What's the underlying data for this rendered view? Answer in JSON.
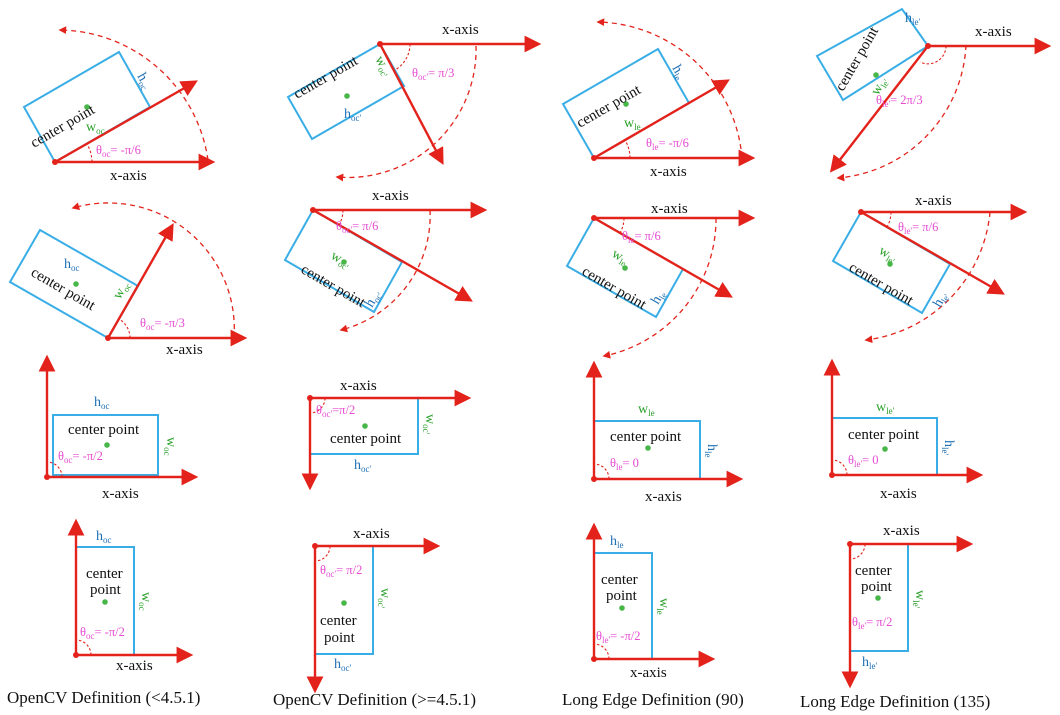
{
  "labels": {
    "x_axis": "x-axis",
    "center_point": "center point",
    "center_word": "center",
    "point_word": "point"
  },
  "captions": [
    "OpenCV Definition (<4.5.1)",
    "OpenCV Definition (>=4.5.1)",
    "Long Edge Definition (90)",
    "Long Edge Definition (135)"
  ],
  "symbols": {
    "w_oc": {
      "base": "w",
      "sub": "oc"
    },
    "h_oc": {
      "base": "h",
      "sub": "oc"
    },
    "w_oc2": {
      "base": "w",
      "sub": "oc'"
    },
    "h_oc2": {
      "base": "h",
      "sub": "oc'"
    },
    "w_le": {
      "base": "w",
      "sub": "le"
    },
    "h_le": {
      "base": "h",
      "sub": "le"
    },
    "w_le2": {
      "base": "w",
      "sub": "le'"
    },
    "h_le2": {
      "base": "h",
      "sub": "le'"
    }
  },
  "angles": {
    "r1c1": {
      "sub": "oc",
      "eq": "= -π/6"
    },
    "r1c2": {
      "sub": "oc'",
      "eq": "= π/3"
    },
    "r1c3": {
      "sub": "le",
      "eq": "= -π/6"
    },
    "r1c4": {
      "sub": "le'",
      "eq": "= 2π/3"
    },
    "r2c1": {
      "sub": "oc",
      "eq": "= -π/3"
    },
    "r2c2": {
      "sub": "oc'",
      "eq": "= π/6"
    },
    "r2c3": {
      "sub": "le",
      "eq": "= π/6"
    },
    "r2c4": {
      "sub": "le'",
      "eq": "= π/6"
    },
    "r3c1": {
      "sub": "oc",
      "eq": "= -π/2"
    },
    "r3c2": {
      "sub": "oc'",
      "eq": "=π/2"
    },
    "r3c3": {
      "sub": "le",
      "eq": "= 0"
    },
    "r3c4": {
      "sub": "le'",
      "eq": "= 0"
    },
    "r4c1": {
      "sub": "oc",
      "eq": "= -π/2"
    },
    "r4c2": {
      "sub": "oc'",
      "eq": "= π/2"
    },
    "r4c3": {
      "sub": "le'",
      "eq": "= -π/2"
    },
    "r4c4": {
      "sub": "le'",
      "eq": "= π/2"
    }
  },
  "colors": {
    "axis": "#e3231b",
    "box": "#39aee6",
    "theta": "#e64bd2",
    "height_label": "#1f6fb5",
    "width_label": "#2aa02a",
    "center_dot": "#49b649"
  }
}
